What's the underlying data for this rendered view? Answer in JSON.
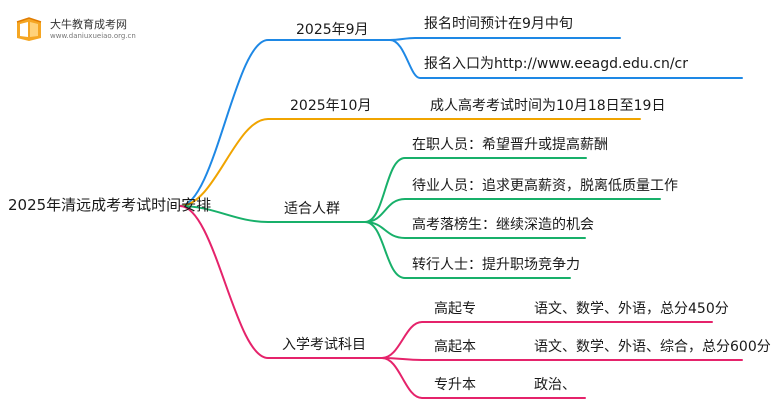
{
  "logo": {
    "name": "大牛教育成考网",
    "url": "www.daniuxueiao.org.cn"
  },
  "root": "2025年清远成考考试时间安排",
  "branches": [
    {
      "label": "2025年9月",
      "color": "#1e88e5",
      "children": [
        "报名时间预计在9月中旬",
        "报名入口为http://www.eeagd.edu.cn/cr"
      ]
    },
    {
      "label": "2025年10月",
      "color": "#f0a400",
      "children": [
        "成人高考考试时间为10月18日至19日"
      ]
    },
    {
      "label": "适合人群",
      "color": "#18b06a",
      "children": [
        "在职人员：希望晋升或提高薪酬",
        "待业人员：追求更高薪资，脱离低质量工作",
        "高考落榜生：继续深造的机会",
        "转行人士：提升职场竞争力"
      ]
    },
    {
      "label": "入学考试科目",
      "color": "#e5236b",
      "children": [
        {
          "level": "高起专",
          "subjects": "语文、数学、外语，总分450分"
        },
        {
          "level": "高起本",
          "subjects": "语文、数学、外语、综合，总分600分"
        },
        {
          "level": "专升本",
          "subjects": "政治、"
        }
      ]
    }
  ]
}
